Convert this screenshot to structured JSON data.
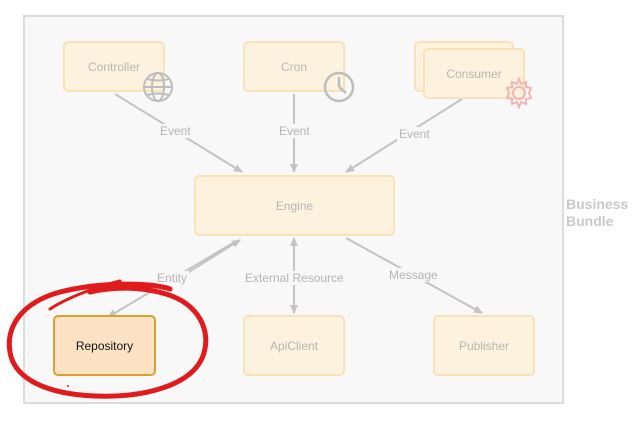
{
  "bundle": {
    "label_line1": "Business",
    "label_line2": "Bundle"
  },
  "nodes": {
    "controller": "Controller",
    "cron": "Cron",
    "consumer": "Consumer",
    "engine": "Engine",
    "repository": "Repository",
    "api_client": "ApiClient",
    "publisher": "Publisher"
  },
  "edges": {
    "controller_event": "Event",
    "cron_event": "Event",
    "consumer_event": "Event",
    "entity": "Entity",
    "external_resource": "External Resource",
    "message": "Message"
  },
  "icons": {
    "controller": "globe-icon",
    "cron": "clock-icon",
    "consumer": "gear-icon"
  },
  "colors": {
    "box_fill": "#fdf2dd",
    "box_border": "#f8e2b8",
    "highlight_fill": "#fde3c4",
    "highlight_border": "#d9a12f",
    "annotation_red": "#e11b1b",
    "arrow": "#c3c3c3"
  }
}
